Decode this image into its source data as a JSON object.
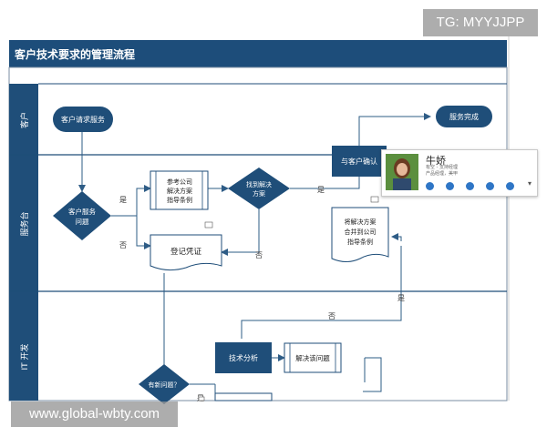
{
  "watermarks": {
    "top_right": "TG: MYYJJPP",
    "bottom_left": "www.global-wbty.com"
  },
  "diagram": {
    "title": "客户技术要求的管理流程",
    "lanes": [
      "客户",
      "服务台",
      "IT 开发"
    ],
    "nodes": {
      "customer_request": "客户请求服务",
      "service_done": "服务完成",
      "confirm_customer": "与客户确认",
      "customer_problem": [
        "客户服务",
        "问题"
      ],
      "reference_solution": [
        "参考公司",
        "解决方案",
        "指导条例"
      ],
      "found_solution": [
        "找到解决",
        "方案"
      ],
      "register_cert": "登记凭证",
      "merge_solution": [
        "将解决方案",
        "合并到公司",
        "指导条例"
      ],
      "tech_analysis": "技术分析",
      "solve_problem": "解决该问题",
      "new_problem": "有新问题？"
    },
    "edge_labels": {
      "yes": "是",
      "no": "否"
    }
  },
  "contact_card": {
    "name": "牛娇",
    "line1": "有空 - 支持经理",
    "line2": "产品经理，美甲",
    "icons": [
      "chat-icon",
      "phone-icon",
      "video-icon",
      "email-icon",
      "calendar-icon"
    ]
  },
  "colors": {
    "header": "#1d4d7a",
    "node": "#1f4e79",
    "line": "#2e5c86",
    "lane_label_bg": "#1f4e79"
  }
}
